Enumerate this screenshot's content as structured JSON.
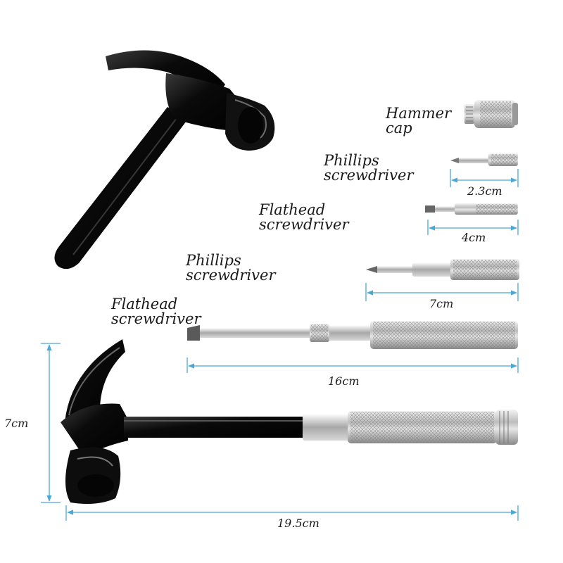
{
  "labels": {
    "hammer_cap": [
      "Hammer",
      "cap"
    ],
    "phillips_small": [
      "Phillips",
      "screwdriver"
    ],
    "flathead_small": [
      "Flathead",
      "screwdriver"
    ],
    "phillips_medium": [
      "Phillips",
      "screwdriver"
    ],
    "flathead_large": [
      "Flathead",
      "screwdriver"
    ]
  },
  "dimensions": {
    "phillips_small": "2.3cm",
    "flathead_small": "4cm",
    "phillips_medium": "7cm",
    "flathead_large": "16cm",
    "assembled_height": "7cm",
    "assembled_length": "19.5cm"
  },
  "colors": {
    "dimension_line": "#4aa8d8",
    "tool_black": "#0c0c0c",
    "tool_steel": "#c8c8c8"
  }
}
